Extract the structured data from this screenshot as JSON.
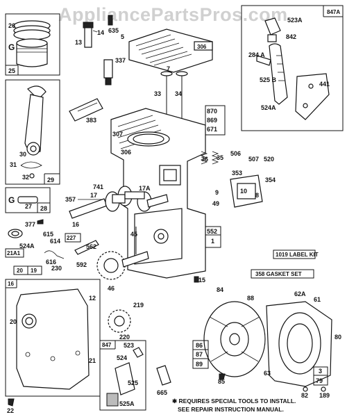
{
  "watermark": "AppliancePartsPros.com",
  "callout_labels": {
    "l26": "26",
    "l25": "25",
    "l13": "13",
    "l14": "14",
    "l635": "635",
    "l5": "5",
    "l306": "306",
    "l847a": "847A",
    "l523a": "523A",
    "l842": "842",
    "l284a": "284 A",
    "l525b": "525 B",
    "l441": "441",
    "l524a_top": "524A",
    "l337": "337",
    "l7": "7",
    "l33": "33",
    "l34": "34",
    "l383": "383",
    "l870": "870",
    "l869": "869",
    "l671": "671",
    "l307": "307",
    "l306b": "306",
    "l30": "30",
    "l31": "31",
    "l32": "32",
    "l29": "29",
    "l36": "36",
    "l35": "35",
    "l506": "506",
    "l507": "507",
    "l520": "520",
    "l353": "353",
    "l354": "354",
    "l10": "10",
    "l8": "8",
    "l9": "9",
    "l49": "49",
    "l741": "741",
    "l17": "17",
    "l17a": "17A",
    "l357": "357",
    "l27": "27",
    "l28": "28",
    "l377": "377",
    "l16": "16",
    "l45": "45",
    "l552": "552",
    "l1": "1",
    "l524a_mid": "524A",
    "l21a1": "21A1",
    "l615": "615",
    "l614": "614",
    "l227": "227",
    "l562": "562",
    "l616": "616",
    "l230": "230",
    "l592": "592",
    "l46": "46",
    "l1019": "1019 LABEL KIT",
    "l358": "358 GASKET SET",
    "l20": "20",
    "l19": "19",
    "l16b": "16",
    "l12": "12",
    "l15": "15",
    "l84": "84",
    "l88": "88",
    "l62a": "62A",
    "l61": "61",
    "l20b": "20",
    "l219": "219",
    "l220": "220",
    "l847": "847",
    "l523": "523",
    "l524": "524",
    "l525": "525",
    "l525a": "525A",
    "l86": "86",
    "l87": "87",
    "l89": "89",
    "l80": "80",
    "l21": "21",
    "l22": "22",
    "l665": "665",
    "l85": "85",
    "l63": "63",
    "l3": "3",
    "l79": "79",
    "l82": "82",
    "l189": "189"
  },
  "note": {
    "line1": "✱ REQUIRES SPECIAL TOOLS TO INSTALL.",
    "line2": "SEE REPAIR INSTRUCTION MANUAL."
  }
}
